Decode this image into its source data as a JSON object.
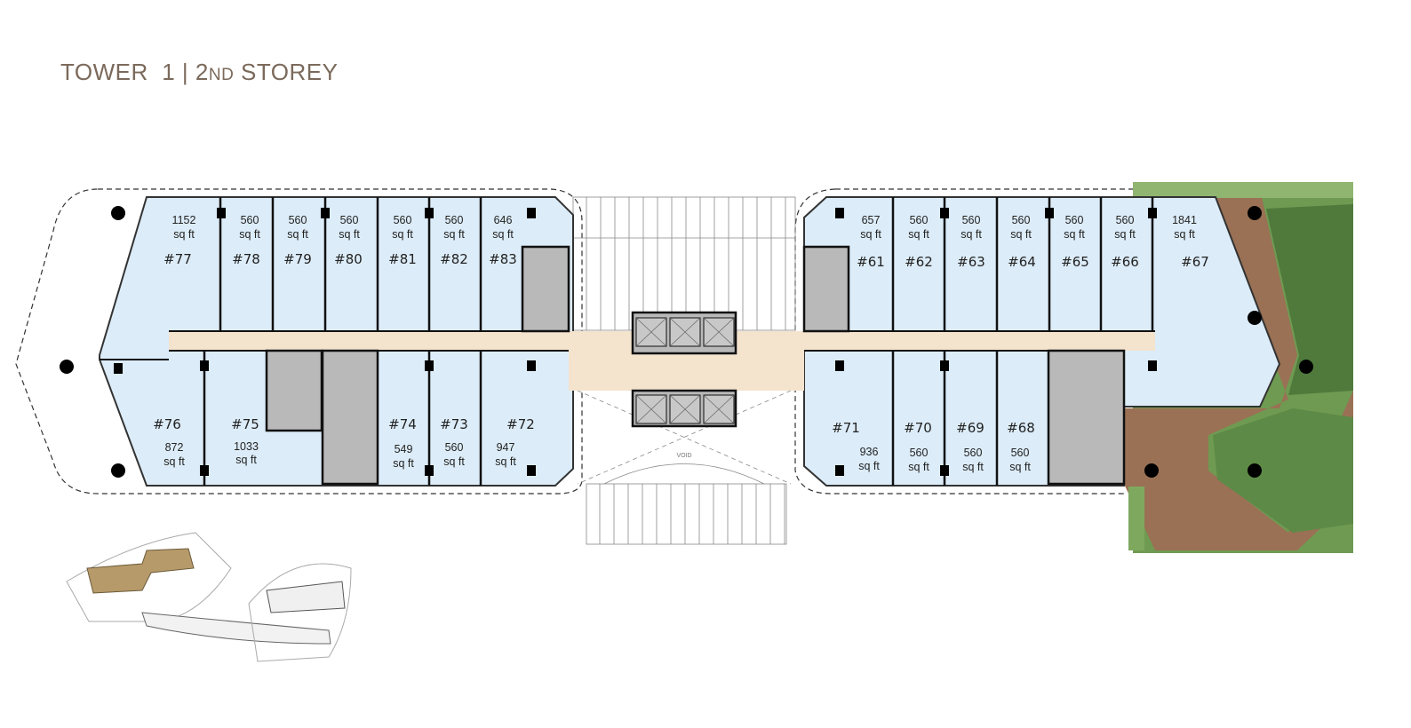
{
  "title": {
    "tower": "TOWER  1",
    "sep": " | ",
    "storey_num": "2",
    "storey_suffix": "ND",
    "storey_word": " STOREY"
  },
  "void_label": "VOID",
  "area_unit": "sq ft",
  "units": [
    {
      "id": "#77",
      "area": "1152"
    },
    {
      "id": "#78",
      "area": "560"
    },
    {
      "id": "#79",
      "area": "560"
    },
    {
      "id": "#80",
      "area": "560"
    },
    {
      "id": "#81",
      "area": "560"
    },
    {
      "id": "#82",
      "area": "560"
    },
    {
      "id": "#83",
      "area": "646"
    },
    {
      "id": "#76",
      "area": "872"
    },
    {
      "id": "#75",
      "area": "1033"
    },
    {
      "id": "#74",
      "area": "549"
    },
    {
      "id": "#73",
      "area": "560"
    },
    {
      "id": "#72",
      "area": "947"
    },
    {
      "id": "#61",
      "area": "657"
    },
    {
      "id": "#62",
      "area": "560"
    },
    {
      "id": "#63",
      "area": "560"
    },
    {
      "id": "#64",
      "area": "560"
    },
    {
      "id": "#65",
      "area": "560"
    },
    {
      "id": "#66",
      "area": "560"
    },
    {
      "id": "#67",
      "area": "1841"
    },
    {
      "id": "#71",
      "area": "936"
    },
    {
      "id": "#70",
      "area": "560"
    },
    {
      "id": "#69",
      "area": "560"
    },
    {
      "id": "#68",
      "area": "560"
    }
  ],
  "colors": {
    "unit": "#dcecf8",
    "corridor": "#f4e3cd",
    "core": "#b9b9b9",
    "deck": "#9a7155",
    "green": "#5f8a45",
    "title": "#7b6a5b",
    "keyplan_highlight": "#b79a6a"
  }
}
